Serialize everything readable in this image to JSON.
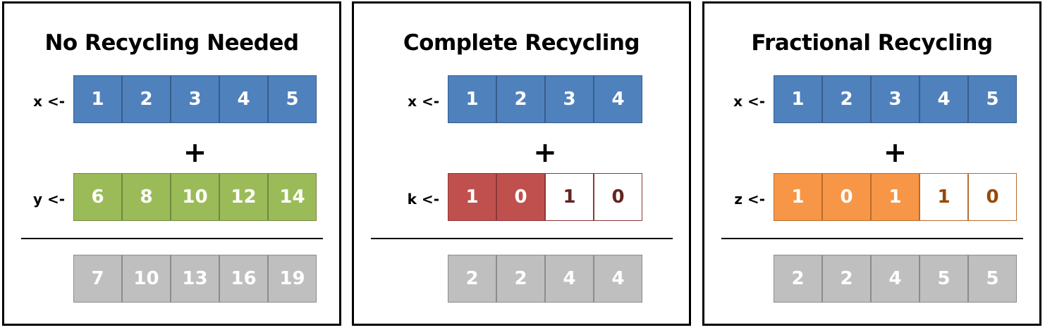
{
  "colors": {
    "blue": "#4f81bd",
    "blue_border": "#385d8a",
    "green": "#9bbb59",
    "green_border": "#71893f",
    "red": "#c0504d",
    "red_border": "#8c3836",
    "red_text": "#632523",
    "orange": "#f79646",
    "orange_border": "#b66d31",
    "orange_text": "#984807",
    "gray": "#bfbfbf",
    "gray_border": "#8c8c8c",
    "white": "#ffffff"
  },
  "panels": [
    {
      "title": "No Recycling Needed",
      "top_label": "x <-",
      "top_cells": [
        "1",
        "2",
        "3",
        "4",
        "5"
      ],
      "operator": "+",
      "bottom_label": "y <-",
      "bottom_cells": [
        {
          "v": "6",
          "style": "green"
        },
        {
          "v": "8",
          "style": "green"
        },
        {
          "v": "10",
          "style": "green"
        },
        {
          "v": "12",
          "style": "green"
        },
        {
          "v": "14",
          "style": "green"
        }
      ],
      "result_cells": [
        "7",
        "10",
        "13",
        "16",
        "19"
      ]
    },
    {
      "title": "Complete Recycling",
      "top_label": "x <-",
      "top_cells": [
        "1",
        "2",
        "3",
        "4"
      ],
      "operator": "+",
      "bottom_label": "k <-",
      "bottom_cells": [
        {
          "v": "1",
          "style": "red"
        },
        {
          "v": "0",
          "style": "red"
        },
        {
          "v": "1",
          "style": "red-recycled"
        },
        {
          "v": "0",
          "style": "red-recycled"
        }
      ],
      "result_cells": [
        "2",
        "2",
        "4",
        "4"
      ]
    },
    {
      "title": "Fractional Recycling",
      "top_label": "x <-",
      "top_cells": [
        "1",
        "2",
        "3",
        "4",
        "5"
      ],
      "operator": "+",
      "bottom_label": "z <-",
      "bottom_cells": [
        {
          "v": "1",
          "style": "orange"
        },
        {
          "v": "0",
          "style": "orange"
        },
        {
          "v": "1",
          "style": "orange"
        },
        {
          "v": "1",
          "style": "orange-recycled"
        },
        {
          "v": "0",
          "style": "orange-recycled"
        }
      ],
      "result_cells": [
        "2",
        "2",
        "4",
        "5",
        "5"
      ]
    }
  ]
}
